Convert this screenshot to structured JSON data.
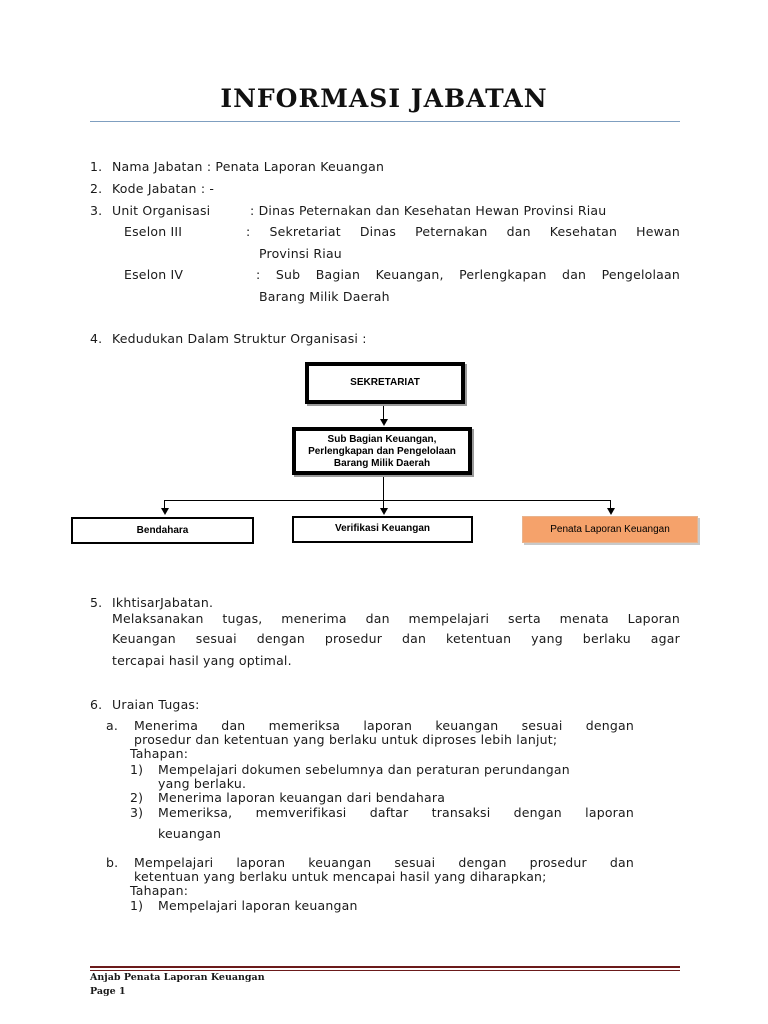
{
  "title": "INFORMASI JABATAN",
  "items": {
    "i1": {
      "num": "1.",
      "text": "Nama Jabatan : Penata Laporan Keuangan"
    },
    "i2": {
      "num": "2.",
      "text": "Kode Jabatan : -"
    },
    "i3": {
      "num": "3.",
      "label": "Unit Organisasi",
      "value": ": Dinas Peternakan dan Kesehatan Hewan Provinsi Riau"
    },
    "eselon3": {
      "label": "Eselon III",
      "value1": ": Sekretariat Dinas Peternakan dan Kesehatan Hewan",
      "value2": "Provinsi Riau"
    },
    "eselon4": {
      "label": "Eselon IV",
      "value1": ": Sub Bagian Keuangan, Perlengkapan dan Pengelolaan",
      "value2": "Barang Milik Daerah"
    },
    "i4": {
      "num": "4.",
      "text": "Kedudukan Dalam Struktur Organisasi :"
    }
  },
  "org_chart": {
    "top": "SEKRETARIAT",
    "mid_line1": "Sub Bagian Keuangan,",
    "mid_line2": "Perlengkapan dan Pengelolaan",
    "mid_line3": "Barang Milik Daerah",
    "left": "Bendahara",
    "center": "Verifikasi Keuangan",
    "right": "Penata Laporan Keuangan"
  },
  "ikhtisar": {
    "num": "5.",
    "heading": "IkhtisarJabatan.",
    "line1": "Melaksanakan tugas, menerima dan mempelajari serta menata Laporan",
    "line2": "Keuangan sesuai dengan prosedur dan ketentuan yang berlaku agar",
    "line3": "tercapai hasil yang optimal."
  },
  "uraian": {
    "num": "6.",
    "heading": "Uraian Tugas:",
    "a": {
      "letter": "a.",
      "line1": "Menerima dan memeriksa laporan keuangan sesuai dengan",
      "line2": "prosedur dan ketentuan yang berlaku untuk diproses lebih lanjut;",
      "tahapan": "Tahapan:",
      "s1_num": "1)",
      "s1_line1": "Mempelajari dokumen sebelumnya dan peraturan perundangan",
      "s1_line2": "yang berlaku.",
      "s2_num": "2)",
      "s2": "Menerima laporan keuangan dari bendahara",
      "s3_num": "3)",
      "s3_line1": "Memeriksa, memverifikasi daftar transaksi dengan laporan",
      "s3_line2": "keuangan"
    },
    "b": {
      "letter": "b.",
      "line1": "Mempelajari laporan keuangan sesuai dengan prosedur dan",
      "line2": "ketentuan yang berlaku untuk mencapai hasil yang diharapkan;",
      "tahapan": "Tahapan:",
      "s1_num": "1)",
      "s1": "Mempelajari laporan keuangan"
    }
  },
  "footer": {
    "doc": "Anjab Penata Laporan Keuangan",
    "page": "Page 1"
  }
}
